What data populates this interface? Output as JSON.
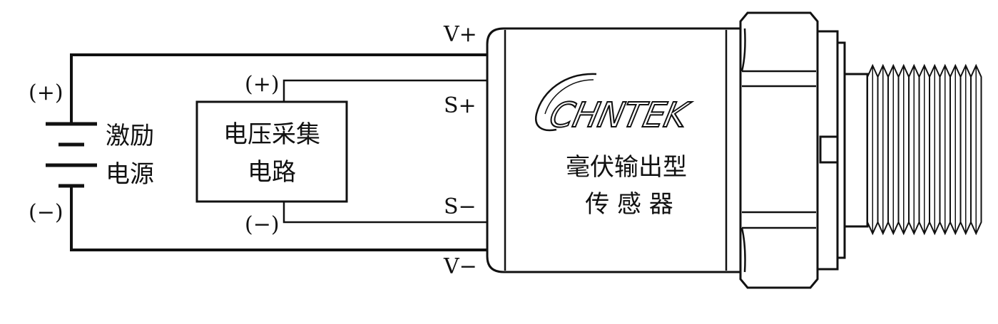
{
  "power_supply": {
    "plus_label": "(+)",
    "minus_label": "(−)",
    "name_line1": "激励",
    "name_line2": "电源"
  },
  "acquisition_circuit": {
    "name_line1": "电压采集",
    "name_line2": "电路",
    "plus_label": "(+)",
    "minus_label": "(−)"
  },
  "terminals": {
    "v_plus": "V+",
    "s_plus": "S+",
    "s_minus": "S−",
    "v_minus": "V−"
  },
  "sensor": {
    "brand": "CHNTEK",
    "name_line1": "毫伏输出型",
    "name_line2": "传 感 器"
  },
  "colors": {
    "line": "#111111",
    "background": "#ffffff"
  }
}
